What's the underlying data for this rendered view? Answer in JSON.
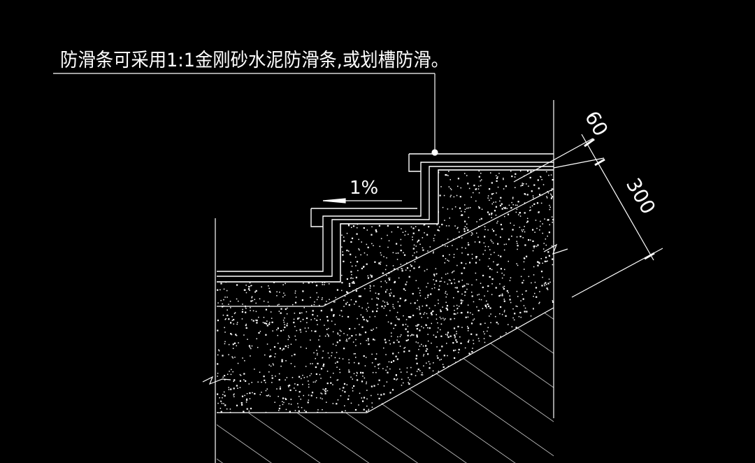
{
  "annotation": {
    "note": "防滑条可采用1:1金刚砂水泥防滑条,或划槽防滑。",
    "slope": "1%"
  },
  "dimensions": {
    "tread_depth": "300",
    "finish_thickness": "60"
  },
  "colors": {
    "background": "#000000",
    "lines": "#ffffff"
  }
}
